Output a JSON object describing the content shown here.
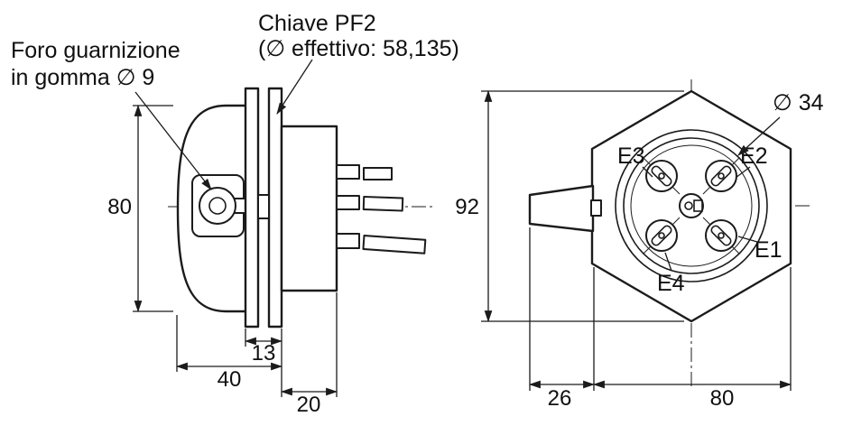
{
  "drawing": {
    "background": "#ffffff",
    "ink": "#1b1b1b"
  },
  "annotations": {
    "foro": {
      "line1": "Foro guarnizione",
      "line2": "in gomma ∅ 9"
    },
    "chiave": {
      "line1": "Chiave PF2",
      "line2": "(∅ effettivo: 58,135)"
    },
    "diam34": "∅ 34"
  },
  "terminals": {
    "e1": "E1",
    "e2": "E2",
    "e3": "E3",
    "e4": "E4"
  },
  "dims": {
    "side_height": "80",
    "stack_13": "13",
    "body_40": "40",
    "terminal_20": "20",
    "front_height": "92",
    "tab_26": "26",
    "hex_80": "80"
  }
}
